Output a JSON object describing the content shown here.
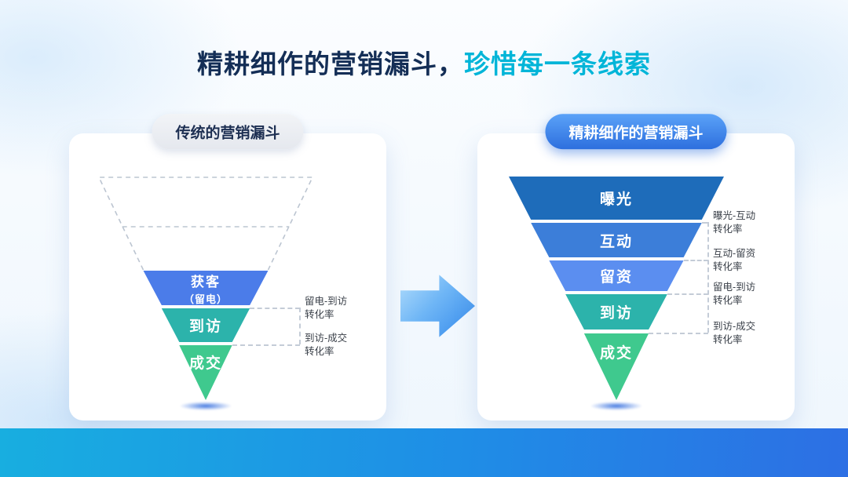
{
  "title": {
    "part1": "精耕细作的营销漏斗，",
    "part2": "珍惜每一条线索"
  },
  "left_panel": {
    "badge": "传统的营销漏斗",
    "segments": [
      {
        "label": "获客",
        "sublabel": "（留电）",
        "color": "#4b7ce9"
      },
      {
        "label": "到访",
        "color": "#2cb3ab"
      },
      {
        "label": "成交",
        "color": "#3fc98e"
      }
    ],
    "annotations": [
      {
        "line1": "留电-到访",
        "line2": "转化率"
      },
      {
        "line1": "到访-成交",
        "line2": "转化率"
      }
    ]
  },
  "right_panel": {
    "badge": "精耕细作的营销漏斗",
    "segments": [
      {
        "label": "曝光",
        "color": "#1e6cba"
      },
      {
        "label": "互动",
        "color": "#3c7ed9"
      },
      {
        "label": "留资",
        "color": "#5b8ef0"
      },
      {
        "label": "到访",
        "color": "#2cb3ab"
      },
      {
        "label": "成交",
        "color": "#3fc98e"
      }
    ],
    "annotations": [
      {
        "line1": "曝光-互动",
        "line2": "转化率"
      },
      {
        "line1": "互动-留资",
        "line2": "转化率"
      },
      {
        "line1": "留电-到访",
        "line2": "转化率"
      },
      {
        "line1": "到访-成交",
        "line2": "转化率"
      }
    ]
  },
  "colors": {
    "title_dark": "#142e56",
    "title_accent": "#00b5d8",
    "footer_gradient_start": "#18aee0",
    "footer_gradient_end": "#2d6fe4"
  }
}
